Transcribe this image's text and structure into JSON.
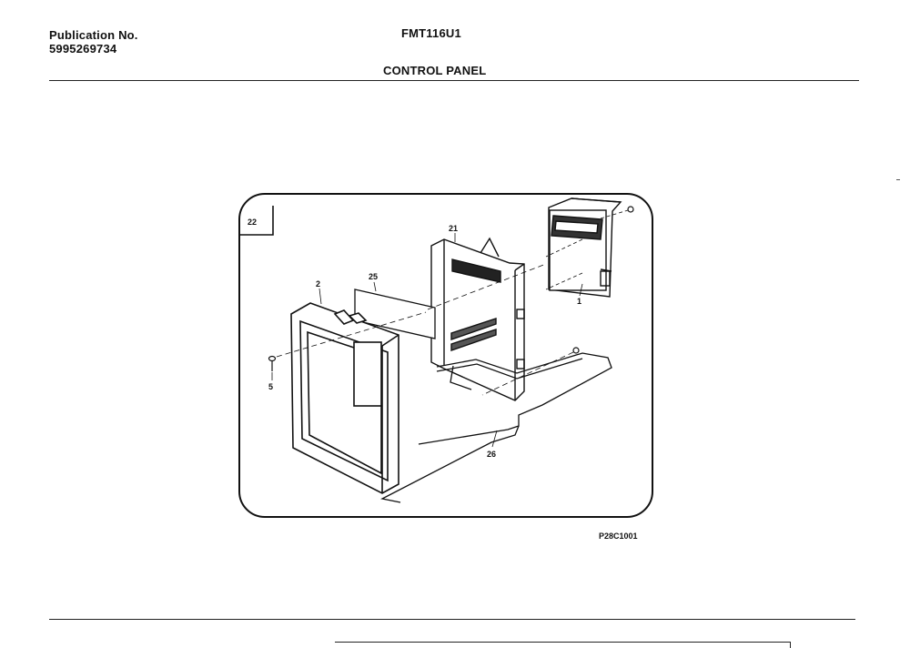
{
  "header": {
    "publication_label": "Publication No.",
    "publication_number": "5995269734",
    "model": "FMT116U1",
    "section_title": "CONTROL PANEL"
  },
  "diagram": {
    "figure_number": "22",
    "figure_code": "P28C1001",
    "callouts": {
      "item_1": "1",
      "item_2": "2",
      "item_5": "5",
      "item_21": "21",
      "item_25": "25",
      "item_26": "26"
    }
  }
}
